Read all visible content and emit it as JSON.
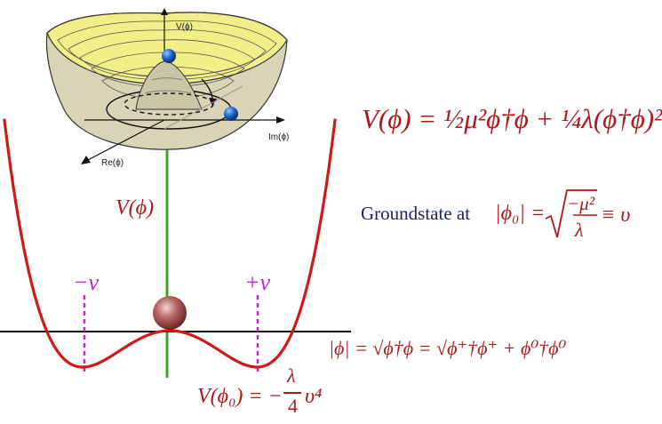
{
  "surface_axes": {
    "vertical": "V(ϕ)",
    "imag": "Im(ϕ)",
    "real": "Re(ϕ)"
  },
  "labels": {
    "potential_formula": "V(ϕ) = ½μ²ϕ†ϕ + ¼λ(ϕ†ϕ)²",
    "groundstate_prefix": "Groundstate at",
    "groundstate_lhs": "|ϕ₀| =",
    "groundstate_num": "−μ²",
    "groundstate_den": "λ",
    "groundstate_rhs": "≡ υ",
    "v_axis": "V(ϕ)",
    "minus_v": "−v",
    "plus_v": "+v",
    "abs_phi": "|ϕ| = √ϕ†ϕ = √ϕ⁺†ϕ⁺ + ϕ⁰†ϕ⁰",
    "min_lhs": "V(ϕ₀) = −",
    "min_num": "λ",
    "min_den": "4",
    "min_rhs": "υ⁴"
  },
  "colors": {
    "curve": "#d01a1a",
    "axis_vertical": "#3aa52a",
    "axis_horizontal": "#000000",
    "dashed": "#d21fd2",
    "ball": "#a04848",
    "surface": "#f2ef88",
    "text_red": "#b01818",
    "text_navy": "#1a2560"
  }
}
